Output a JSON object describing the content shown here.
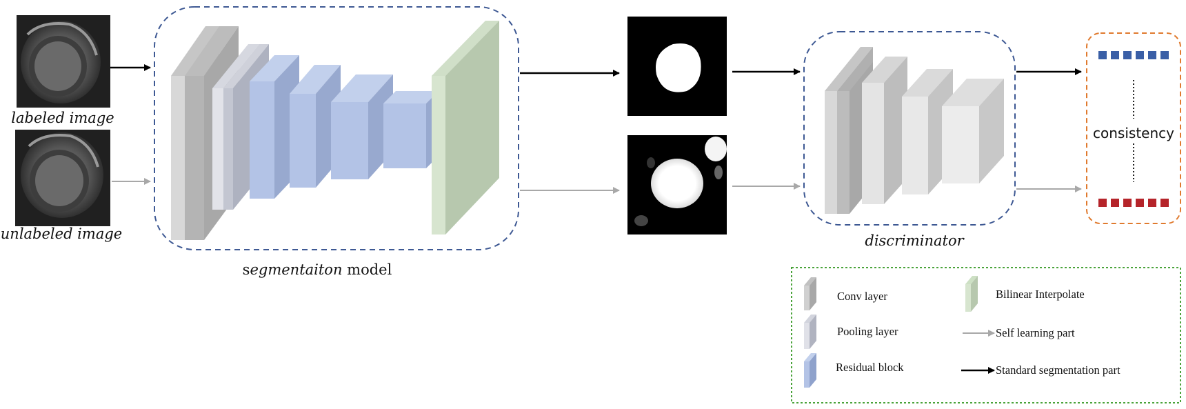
{
  "inputs": {
    "labeled_caption": "labeled image",
    "unlabeled_caption": "unlabeled image"
  },
  "segmentation": {
    "caption_prefix": "s",
    "caption_italic": "egmentaiton",
    "caption_suffix": " model"
  },
  "discriminator": {
    "caption": "discriminator"
  },
  "output": {
    "consistency_label": "consistency",
    "blue_squares": 6,
    "red_squares": 6
  },
  "legend": {
    "conv": "Conv layer",
    "pooling": "Pooling layer",
    "residual": "Residual block",
    "bilinear": "Bilinear Interpolate",
    "self_learning": "Self learning part",
    "standard": "Standard segmentation part"
  },
  "colors": {
    "conv": "#b4b4b4",
    "pooling": "#c9ccd6",
    "residual": "#aebfe0",
    "bilinear": "#c4d6bc",
    "standard_arrow": "#000000",
    "self_arrow": "#a8a8a8",
    "segmentation_border": "#3d5893",
    "consistency_border": "#e07a2e",
    "legend_border": "#4aa33a",
    "blue_square": "#3a5fa6",
    "red_square": "#b5242a"
  }
}
